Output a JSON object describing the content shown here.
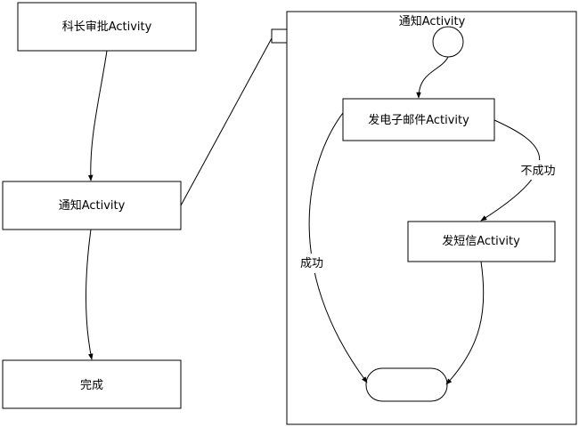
{
  "diagram": {
    "nodes": {
      "section_chief_approval": "科长审批Activity",
      "notify": "通知Activity",
      "complete": "完成",
      "sub_notify_title": "通知Activity",
      "send_email": "发电子邮件Activity",
      "send_sms": "发短信Activity"
    },
    "edge_labels": {
      "fail": "不成功",
      "success": "成功"
    }
  },
  "colors": {
    "line": "#000000",
    "fill": "#ffffff"
  }
}
